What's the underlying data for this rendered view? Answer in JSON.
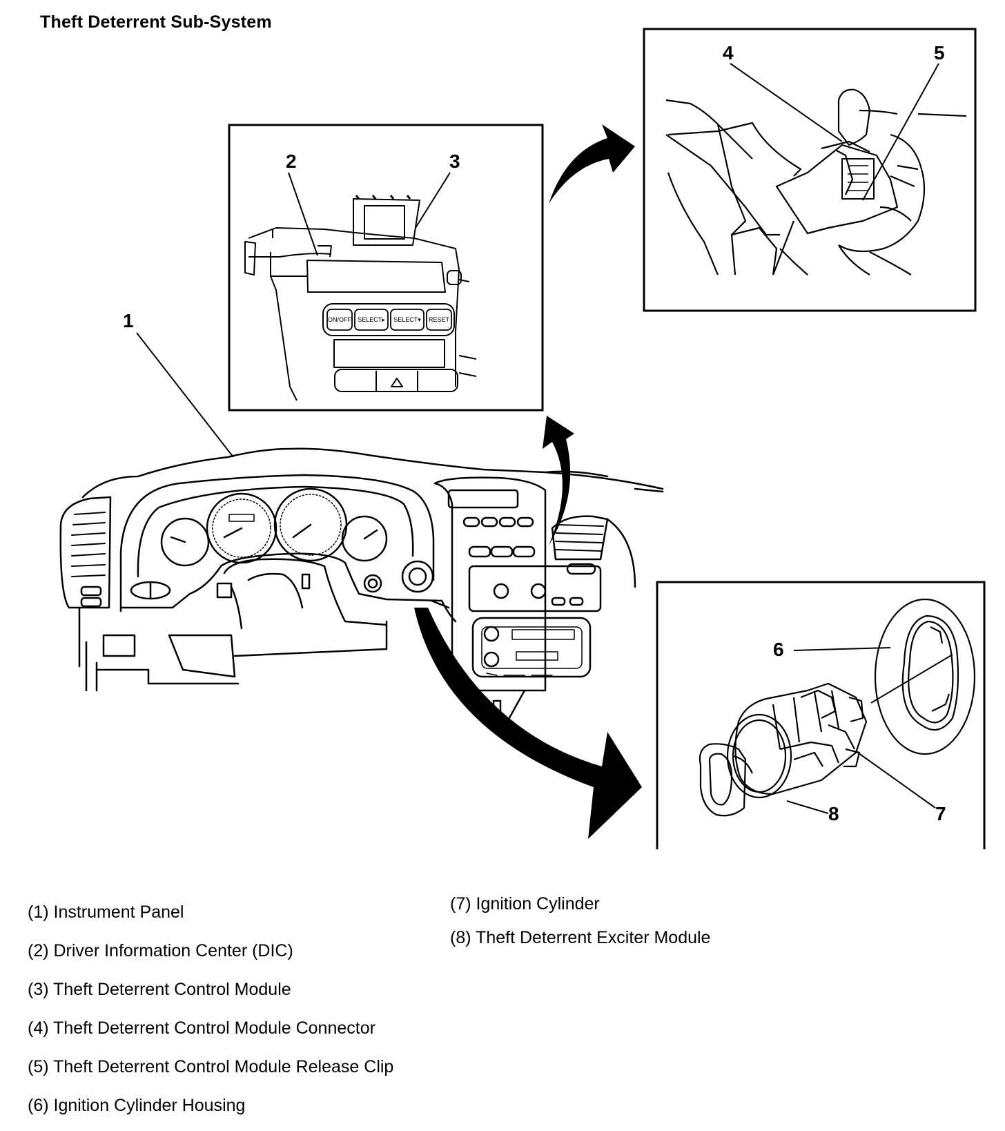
{
  "title": "Theft Deterrent Sub-System",
  "callouts": [
    "1",
    "2",
    "3",
    "4",
    "5",
    "6",
    "7",
    "8"
  ],
  "dic_buttons": [
    "ON/OFF",
    "SELECT▸",
    "SELECT▾",
    "RESET"
  ],
  "legend": [
    {
      "text": "(1) Instrument Panel"
    },
    {
      "text": "(2) Driver Information Center (DIC)"
    },
    {
      "text": "(3) Theft Deterrent Control Module"
    },
    {
      "text": "(4) Theft Deterrent Control Module Connector"
    },
    {
      "text": "(5) Theft Deterrent Control Module Release Clip"
    },
    {
      "text": "(6) Ignition Cylinder Housing"
    },
    {
      "text": "(7) Ignition Cylinder"
    },
    {
      "text": "(8) Theft Deterrent Exciter Module"
    }
  ],
  "colors": {
    "ink": "#000000",
    "paper": "#ffffff"
  }
}
